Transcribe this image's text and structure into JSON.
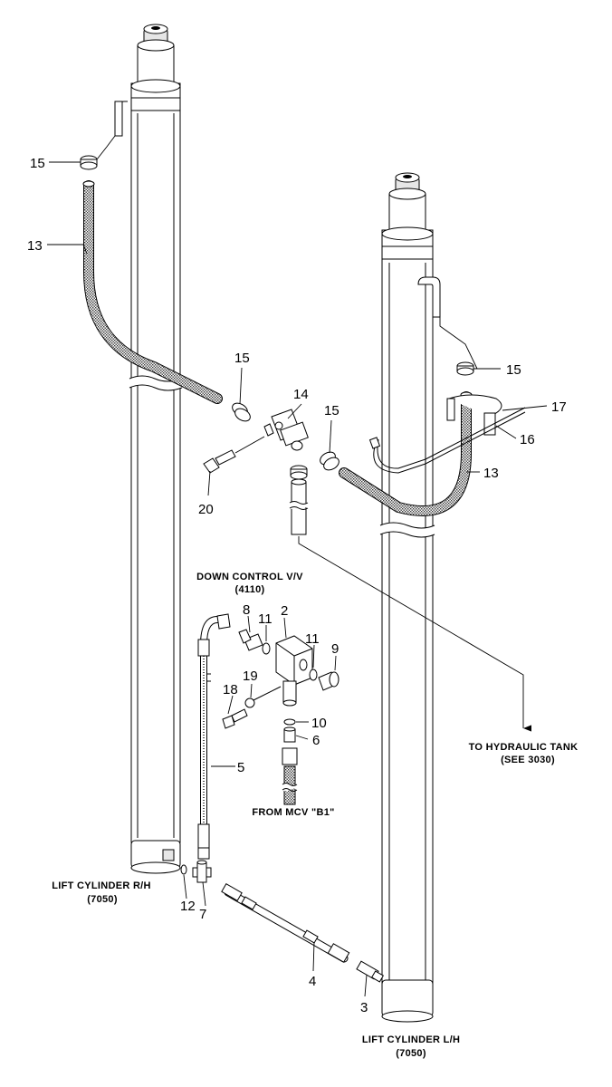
{
  "colors": {
    "line": "#000000",
    "hose_pattern": "#3a3a3a",
    "background": "#ffffff",
    "shade": "#e6e6e6"
  },
  "callouts": {
    "c15a": "15",
    "c13a": "13",
    "c15b": "15",
    "c14": "14",
    "c15c": "15",
    "c15d": "15",
    "c17": "17",
    "c16": "16",
    "c13b": "13",
    "c20": "20",
    "c8": "8",
    "c11a": "11",
    "c2": "2",
    "c11b": "11",
    "c9": "9",
    "c19": "19",
    "c18": "18",
    "c10": "10",
    "c6": "6",
    "c5": "5",
    "c12": "12",
    "c7": "7",
    "c4": "4",
    "c3": "3"
  },
  "labels": {
    "down_control": "DOWN CONTROL V/V",
    "down_control_ref": "(4110)",
    "to_tank": "TO HYDRAULIC TANK",
    "to_tank_ref": "(SEE 3030)",
    "from_mcv": "FROM MCV \"B1\"",
    "lift_rh": "LIFT CYLINDER R/H",
    "lift_rh_ref": "(7050)",
    "lift_lh": "LIFT CYLINDER L/H",
    "lift_lh_ref": "(7050)"
  }
}
